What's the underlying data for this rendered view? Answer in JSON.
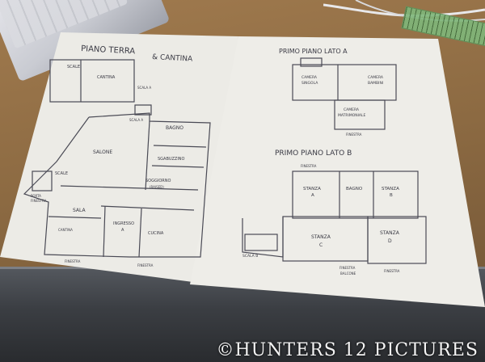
{
  "left_sheet": {
    "title": "PIANO TERRA",
    "title2": "& CANTINA",
    "rooms": {
      "scale": "SCALE",
      "cantina": "CANTINA",
      "scala_a_top": "SCALA A",
      "scala_a_mid": "SCALA A",
      "salone": "SALONE",
      "bagno": "BAGNO",
      "sgabuzzino": "SGABUZZINO",
      "scale_b": "SCALE",
      "soggiorno": "SOGGIORNO",
      "soggiorno2": "(RAISED)",
      "sala": "SALA",
      "cantina2": "CANTINA",
      "ingresso": "INGRESSO",
      "ingresso2": "A",
      "cucina": "CUCINA",
      "finestra1": "FINESTRA",
      "finestra2": "FINESTRA",
      "porta": "PORTA",
      "porta2": "FINESTRA"
    }
  },
  "right_sheet": {
    "title_a": "PRIMO PIANO LATO A",
    "title_b": "PRIMO PIANO LATO B",
    "rooms": {
      "camera_singola": "CAMERA",
      "camera_singola2": "SINGOLA",
      "camera_bambini": "CAMERA",
      "camera_bambini2": "BAMBINI",
      "camera_matr": "CAMERA",
      "camera_matr2": "MATRIMONIALE",
      "finestra_a": "FINESTRA",
      "stanza_a": "STANZA",
      "stanza_a2": "A",
      "bagno": "BAGNO",
      "stanza_b": "STANZA",
      "stanza_b2": "B",
      "stanza_c": "STANZA",
      "stanza_c2": "C",
      "stanza_d": "STANZA",
      "stanza_d2": "D",
      "scala_b": "SCALA B",
      "finestra_b1": "FINESTRA",
      "finestra_b2": "FINESTRA",
      "balcone": "BALCONE",
      "finestra_b3": "FINESTRA"
    }
  },
  "watermark": "©HUNTERS 12 PICTURES"
}
